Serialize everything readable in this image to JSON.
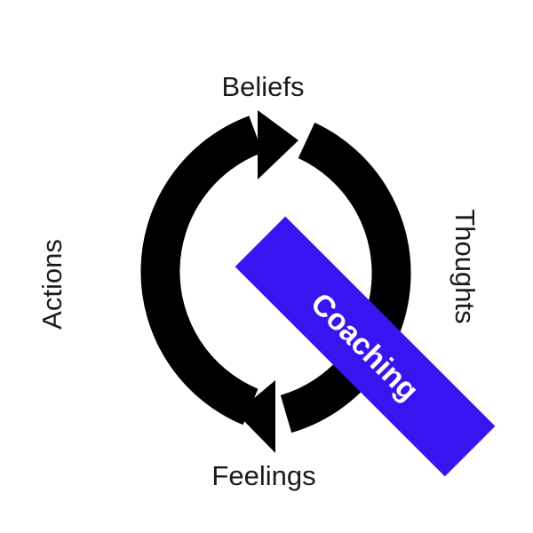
{
  "diagram": {
    "labels": {
      "top": "Beliefs",
      "right": "Thoughts",
      "bottom": "Feelings",
      "left": "Actions"
    },
    "banner": {
      "label": "Coaching",
      "color": "#3a14f0"
    },
    "ring_color": "#000000",
    "text_color": "#1a1a1a"
  }
}
